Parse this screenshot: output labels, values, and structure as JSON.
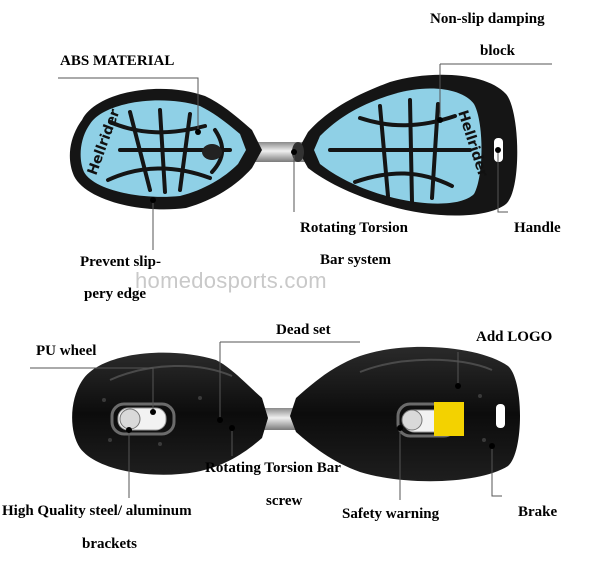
{
  "labels": {
    "abs_material": "ABS MATERIAL",
    "non_slip_1": "Non-slip damping",
    "non_slip_2": "block",
    "rotating_torsion_1": "Rotating Torsion",
    "rotating_torsion_2": "Bar system",
    "handle": "Handle",
    "prevent_1": "Prevent slip-",
    "prevent_2": "pery edge",
    "watermark": "homedosports.com",
    "dead_set": "Dead set",
    "pu_wheel": "PU wheel",
    "add_logo": "Add  LOGO",
    "torsion_screw_1": "Rotating Torsion Bar",
    "torsion_screw_2": "screw",
    "high_quality_1": "High Quality steel/ aluminum",
    "high_quality_2": "brackets",
    "safety_warning": "Safety warning",
    "brake": "Brake"
  },
  "board_text": "Hellrider",
  "colors": {
    "deck_black": "#151515",
    "deck_blue": "#8fd0e6",
    "bar_silver": "#c8c8c8",
    "wheel_white": "#f2f2f2",
    "logo_yellow": "#f3d200",
    "watermark": "#c9c9c9"
  }
}
